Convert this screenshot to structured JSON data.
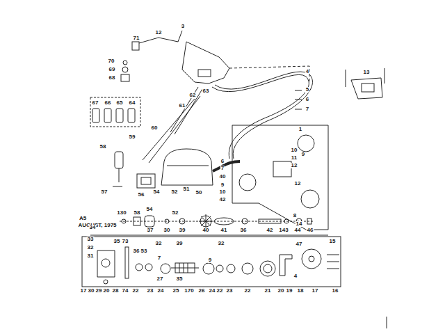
{
  "diagram": {
    "labels": [
      "71",
      "12",
      "3",
      "70",
      "69",
      "68",
      "63",
      "62",
      "61",
      "4",
      "5",
      "6",
      "7",
      "13",
      "67",
      "66",
      "65",
      "64",
      "60",
      "59",
      "58",
      "1",
      "9",
      "10",
      "11",
      "12",
      "12",
      "6",
      "7",
      "40",
      "9",
      "10",
      "42",
      "8",
      "14",
      "57",
      "56",
      "54",
      "52",
      "51",
      "50",
      "A5",
      "AUGUST, 1975",
      "130",
      "58",
      "54",
      "52",
      "37",
      "30",
      "39",
      "40",
      "41",
      "36",
      "42",
      "143",
      "44",
      "46",
      "15",
      "34",
      "33",
      "32",
      "31",
      "35",
      "73",
      "36",
      "53",
      "32",
      "39",
      "32",
      "47",
      "7",
      "9",
      "27",
      "35",
      "4",
      "17",
      "30",
      "29",
      "20",
      "28",
      "74",
      "22",
      "23",
      "24",
      "25",
      "170",
      "26",
      "24",
      "22",
      "23",
      "22",
      "21",
      "20",
      "19",
      "18",
      "17",
      "16"
    ]
  }
}
